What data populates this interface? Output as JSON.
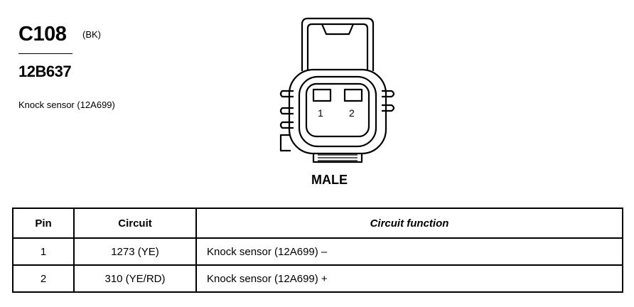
{
  "connector": {
    "id": "C108",
    "color_code": "(BK)",
    "part_number": "12B637",
    "description": "Knock sensor (12A699)",
    "gender": "MALE",
    "pin_numbers": [
      "1",
      "2"
    ]
  },
  "table": {
    "headers": {
      "pin": "Pin",
      "circuit": "Circuit",
      "function": "Circuit function"
    },
    "rows": [
      {
        "pin": "1",
        "circuit": "1273 (YE)",
        "function": "Knock sensor (12A699) –"
      },
      {
        "pin": "2",
        "circuit": "310 (YE/RD)",
        "function": "Knock sensor (12A699) +"
      }
    ]
  }
}
